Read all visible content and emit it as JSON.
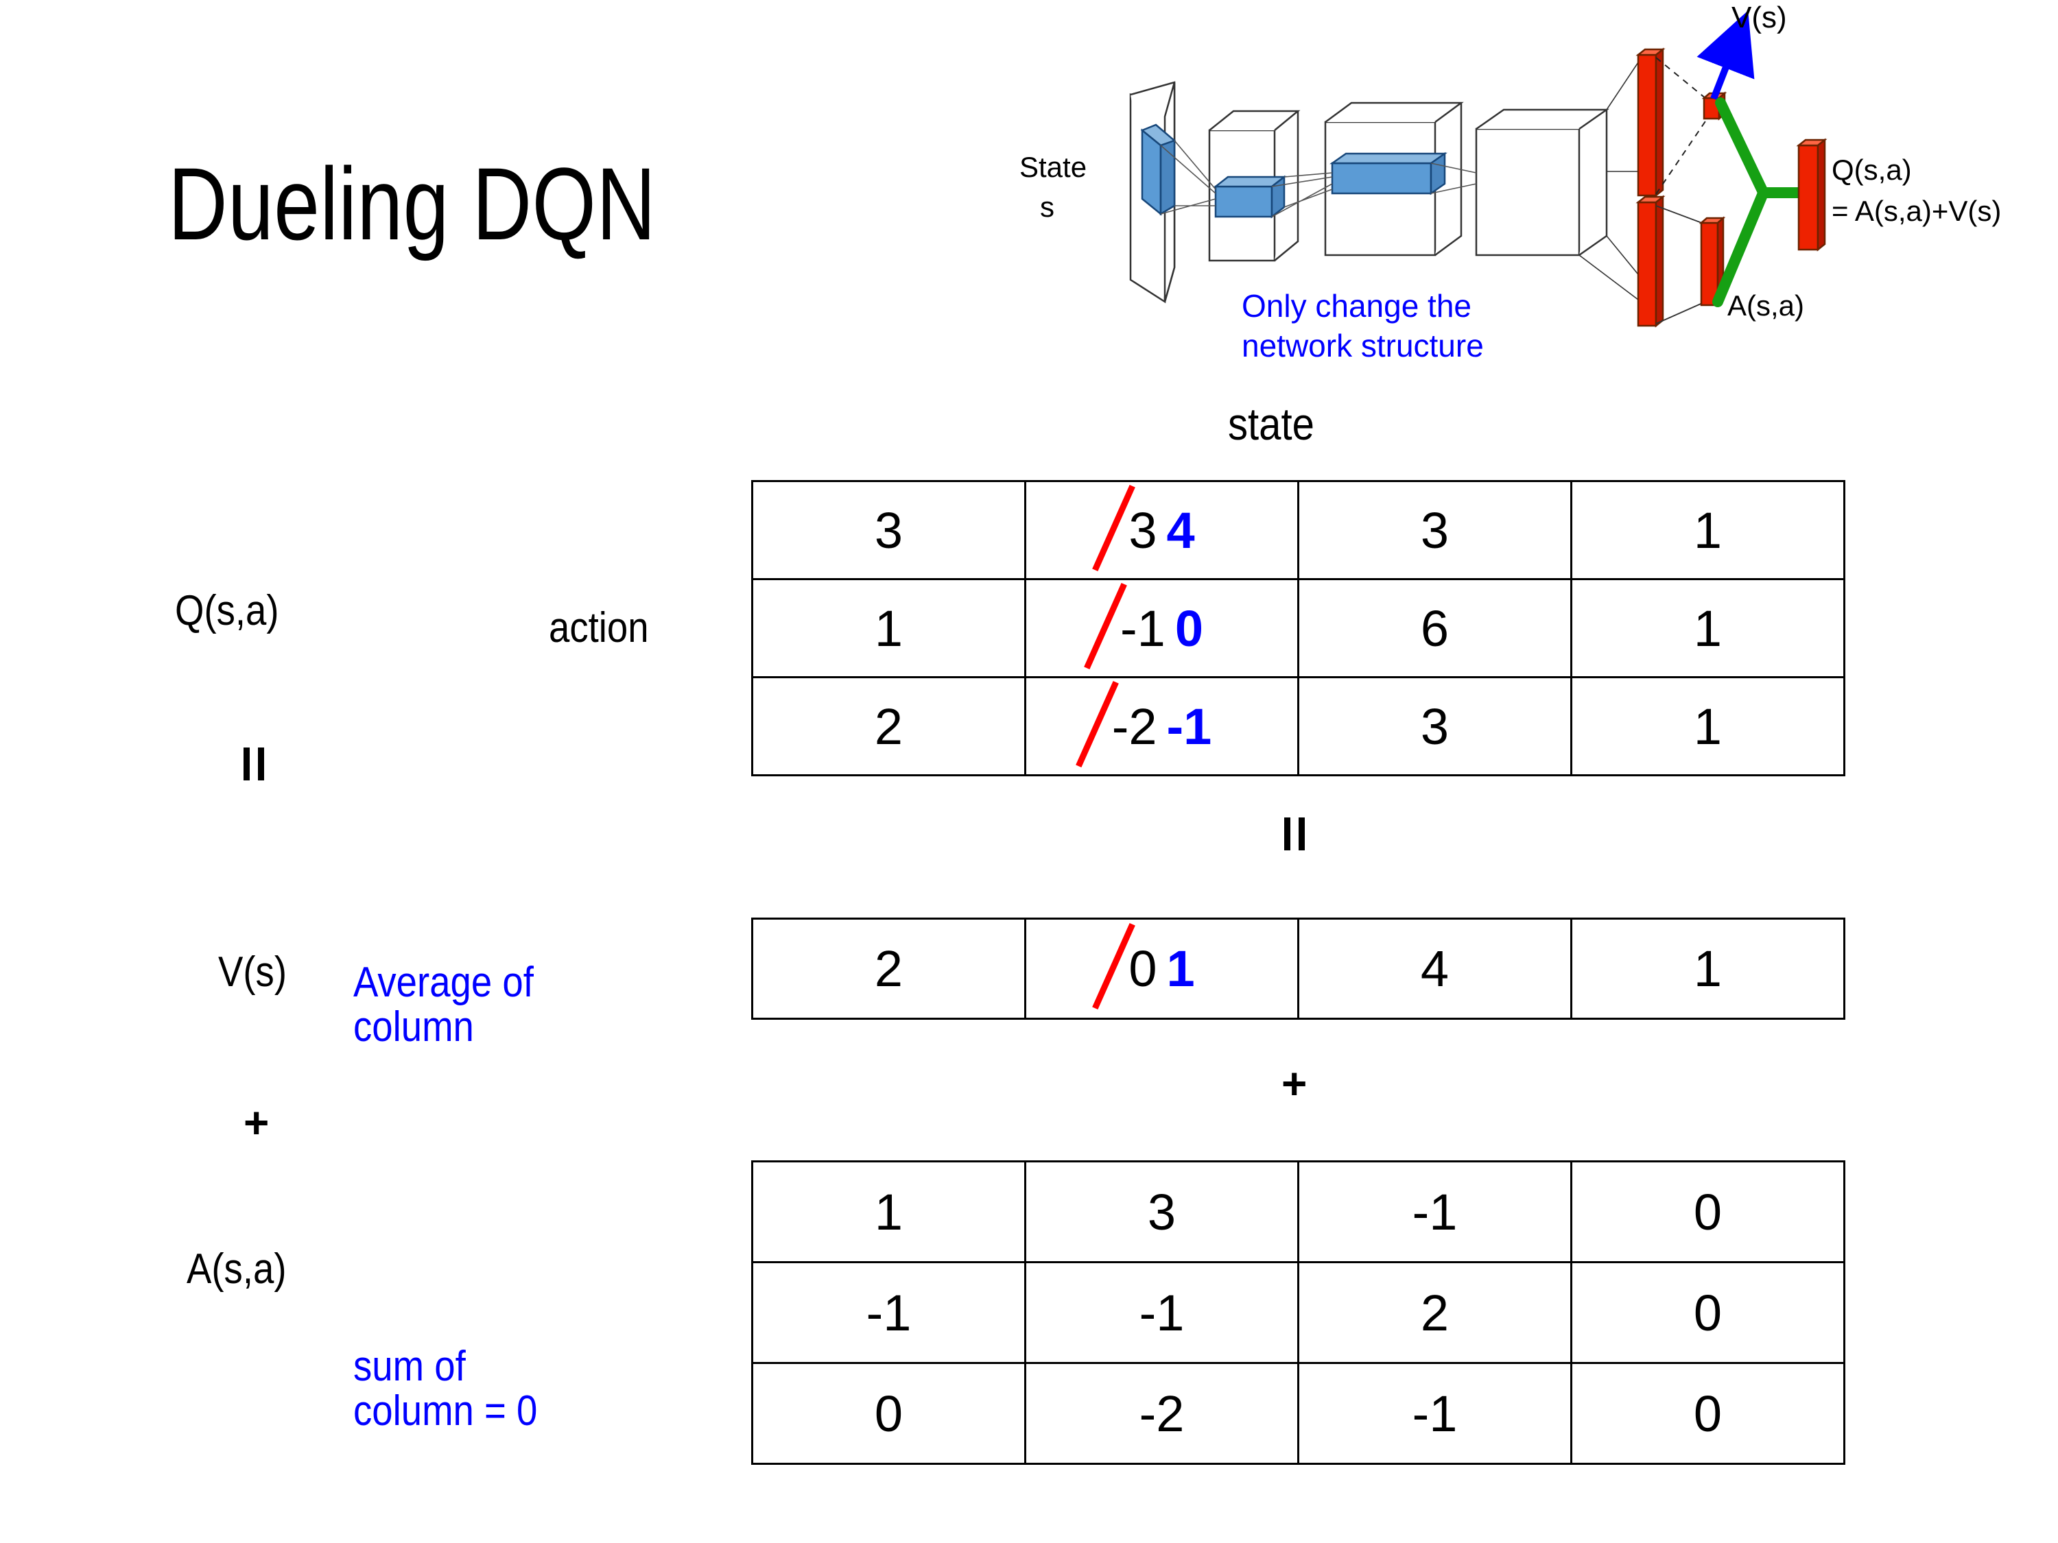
{
  "title": "Dueling DQN",
  "diagram": {
    "state_label_line1": "State",
    "state_label_line2": "s",
    "note_line1": "Only change the",
    "note_line2": "network structure",
    "v_label": "V(s)",
    "a_label": "A(s,a)",
    "q_label_line1": "Q(s,a)",
    "q_label_line2": "= A(s,a)+V(s)",
    "colors": {
      "block_blue": "#5b9bd5",
      "block_red": "#ee2200",
      "arrow_blue": "#0000ff",
      "link_green": "#16a013",
      "note_blue": "#0000ff"
    }
  },
  "axes": {
    "state": "state",
    "action": "action"
  },
  "labels": {
    "q": "Q(s,a)",
    "v": "V(s)",
    "a": "A(s,a)",
    "equals1": "=",
    "equals2": "=",
    "plus1": "+",
    "plus2": "+"
  },
  "notes": {
    "v_note_line1": "Average of",
    "v_note_line2": "column",
    "a_note_line1": "sum of",
    "a_note_line2": "column = 0"
  },
  "chart_data": {
    "type": "table",
    "title": "Dueling DQN: Q(s,a) = V(s) + A(s,a)",
    "xlabel": "state",
    "ylabel": "action",
    "tables": [
      {
        "name": "Q(s,a)",
        "rows": [
          [
            "3",
            "3",
            "3",
            "1"
          ],
          [
            "1",
            "-1",
            "6",
            "1"
          ],
          [
            "2",
            "-2",
            "3",
            "1"
          ]
        ],
        "edits": [
          {
            "row": 0,
            "col": 1,
            "old": "3",
            "new": "4"
          },
          {
            "row": 1,
            "col": 1,
            "old": "-1",
            "new": "0"
          },
          {
            "row": 2,
            "col": 1,
            "old": "-2",
            "new": "-1"
          }
        ]
      },
      {
        "name": "V(s)",
        "rows": [
          [
            "2",
            "0",
            "4",
            "1"
          ]
        ],
        "edits": [
          {
            "row": 0,
            "col": 1,
            "old": "0",
            "new": "1"
          }
        ]
      },
      {
        "name": "A(s,a)",
        "rows": [
          [
            "1",
            "3",
            "-1",
            "0"
          ],
          [
            "-1",
            "-1",
            "2",
            "0"
          ],
          [
            "0",
            "-2",
            "-1",
            "0"
          ]
        ],
        "edits": []
      }
    ]
  }
}
